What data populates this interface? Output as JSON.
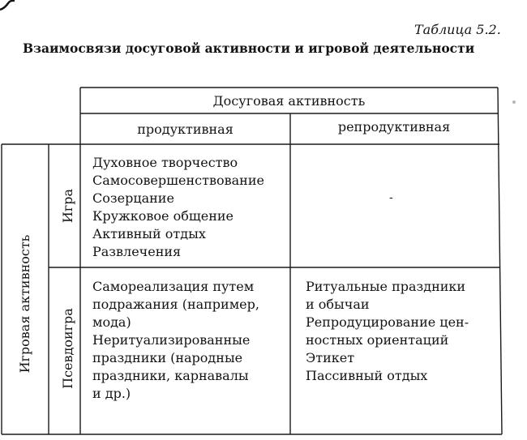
{
  "table_number": "Таблица 5.2.",
  "title": "Взаимосвязи досуговой активности и игровой деятельности",
  "header": {
    "leisure": "Досуговая активность",
    "productive": "продуктивная",
    "reproductive": "репродуктивная"
  },
  "rows": {
    "group_label": "Игровая активность",
    "game": {
      "label": "Игра",
      "productive": [
        "Духовное творчество",
        "Самосовершенствование",
        "Созерцание",
        "Кружковое общение",
        "Активный отдых",
        "Развлечения"
      ],
      "reproductive": "-"
    },
    "pseudogame": {
      "label": "Псевдоигра",
      "productive": [
        "Самореализация путем",
        "подражания (например,",
        "мода)",
        "Неритуализированные",
        "праздники (народные",
        "праздники, карнавалы",
        "и др.)"
      ],
      "reproductive": [
        "Ритуальные праздники",
        "и обычаи",
        "Репродуцирование цен-",
        "ностных ориентаций",
        "Этикет",
        "Пассивный отдых"
      ]
    }
  }
}
